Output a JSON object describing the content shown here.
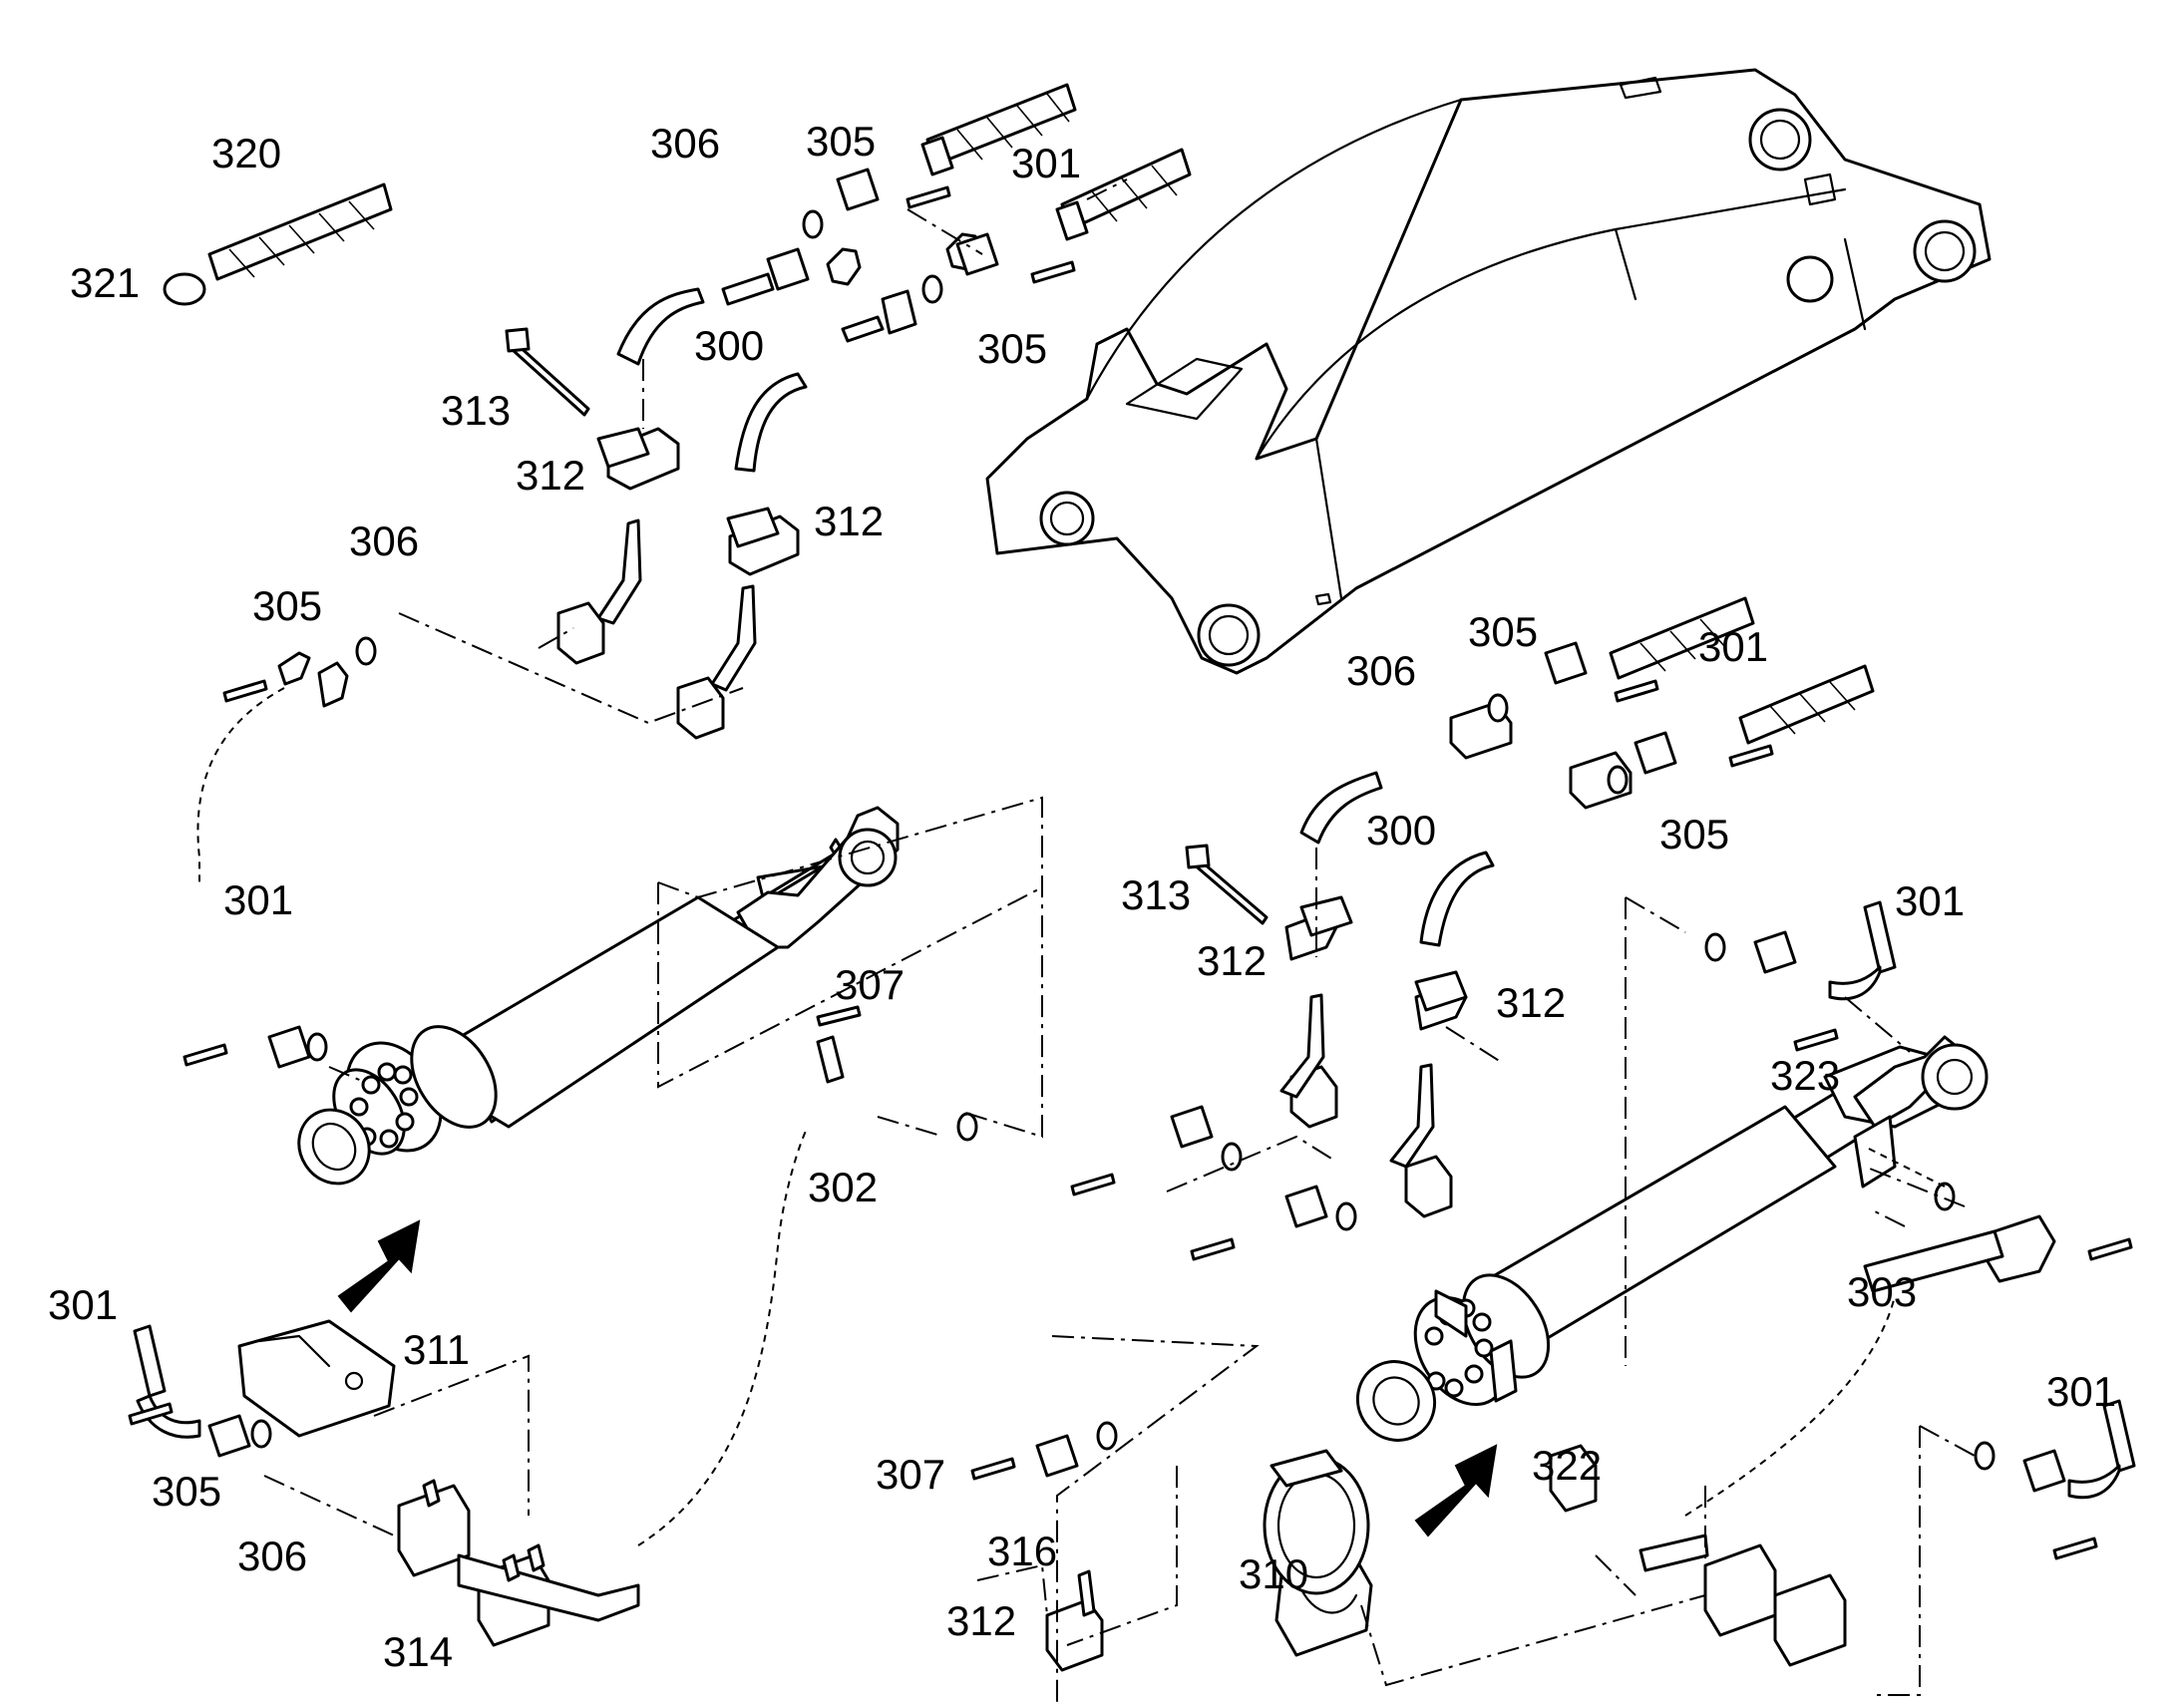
{
  "callouts": {
    "c320": "320",
    "c321a": "321",
    "c306a": "306",
    "c305a": "305",
    "c301a": "301",
    "c300a": "300",
    "c305b": "305",
    "c313a": "313",
    "c312a": "312",
    "c312b": "312",
    "c306b": "306",
    "c305c": "305",
    "c301b": "301",
    "c307a": "307",
    "c302": "302",
    "c301c": "301",
    "c311": "311",
    "c305d": "305",
    "c306c": "306",
    "c314": "314",
    "c305e": "305",
    "c306d": "306",
    "c301d": "301",
    "c300b": "300",
    "c305f": "305",
    "c313b": "313",
    "c312c": "312",
    "c312d": "312",
    "c301e": "301",
    "c323": "323",
    "c303": "303",
    "c301f": "301",
    "c322": "322",
    "c307b": "307",
    "c316": "316",
    "c312e": "312",
    "c310": "310"
  },
  "colors": {
    "line": "#000000",
    "fill": "#ffffff"
  }
}
